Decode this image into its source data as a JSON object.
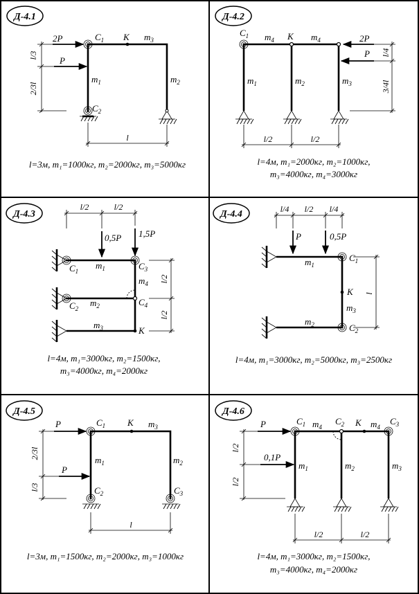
{
  "panels": {
    "d41": {
      "title": "Д-4.1",
      "force_2p": "2P",
      "force_p": "P",
      "c1": "C",
      "c1_sub": "1",
      "c2": "C",
      "c2_sub": "2",
      "k": "K",
      "m1": "m",
      "m1_sub": "1",
      "m2": "m",
      "m2_sub": "2",
      "m3": "m",
      "m3_sub": "3",
      "dim_top": "l/3",
      "dim_bottom": "2/3l",
      "dim_span": "l",
      "cond1": "l=3м, m₁=1000кг, m₂=2000кг, m₃=5000кг"
    },
    "d42": {
      "title": "Д-4.2",
      "force_2p": "2P",
      "force_p": "P",
      "c1": "C",
      "c1_sub": "1",
      "k": "K",
      "m1": "m",
      "m1_sub": "1",
      "m2": "m",
      "m2_sub": "2",
      "m3": "m",
      "m3_sub": "3",
      "m4a": "m",
      "m4a_sub": "4",
      "m4b": "m",
      "m4b_sub": "4",
      "dim_top": "l/4",
      "dim_bottom": "3/4l",
      "dim_span1": "l/2",
      "dim_span2": "l/2",
      "cond1": "l=4м, m₁=2000кг, m₂=1000кг,",
      "cond2": "m₃=4000кг, m₄=3000кг"
    },
    "d43": {
      "title": "Д-4.3",
      "force_a": "0,5P",
      "force_b": "1,5P",
      "c1": "C",
      "c1_sub": "1",
      "c2": "C",
      "c2_sub": "2",
      "c3": "C",
      "c3_sub": "3",
      "c4": "C",
      "c4_sub": "4",
      "k": "K",
      "m1": "m",
      "m1_sub": "1",
      "m2": "m",
      "m2_sub": "2",
      "m3": "m",
      "m3_sub": "3",
      "m4": "m",
      "m4_sub": "4",
      "dim_top1": "l/2",
      "dim_top2": "l/2",
      "dim_r1": "l/2",
      "dim_r2": "l/2",
      "cond1": "l=4м, m₁=3000кг, m₂=1500кг,",
      "cond2": "m₃=4000кг, m₄=2000кг"
    },
    "d44": {
      "title": "Д-4.4",
      "force_a": "P",
      "force_b": "0,5P",
      "c1": "C",
      "c1_sub": "1",
      "c2": "C",
      "c2_sub": "2",
      "k": "K",
      "m1": "m",
      "m1_sub": "1",
      "m2": "m",
      "m2_sub": "2",
      "m3": "m",
      "m3_sub": "3",
      "dim_top1": "l/4",
      "dim_top2": "l/2",
      "dim_top3": "l/4",
      "dim_r": "l",
      "cond1": "l=4м, m₁=3000кг, m₂=5000кг, m₃=2500кг"
    },
    "d45": {
      "title": "Д-4.5",
      "force_a": "P",
      "force_b": "P",
      "c1": "C",
      "c1_sub": "1",
      "c2": "C",
      "c2_sub": "2",
      "c3": "C",
      "c3_sub": "3",
      "k": "K",
      "m1": "m",
      "m1_sub": "1",
      "m2": "m",
      "m2_sub": "2",
      "m3": "m",
      "m3_sub": "3",
      "dim_top": "2/3l",
      "dim_bottom": "l/3",
      "dim_span": "l",
      "cond1": "l=3м, m₁=1500кг, m₂=2000кг, m₃=1000кг"
    },
    "d46": {
      "title": "Д-4.6",
      "force_a": "P",
      "force_b": "0,1P",
      "c1": "C",
      "c1_sub": "1",
      "c2": "C",
      "c2_sub": "2",
      "c3": "C",
      "c3_sub": "3",
      "k": "K",
      "m1": "m",
      "m1_sub": "1",
      "m2": "m",
      "m2_sub": "2",
      "m3": "m",
      "m3_sub": "3",
      "m4a": "m",
      "m4a_sub": "4",
      "m4b": "m",
      "m4b_sub": "4",
      "dim_top": "l/2",
      "dim_bottom": "l/2",
      "dim_span1": "l/2",
      "dim_span2": "l/2",
      "cond1": "l=4м, m₁=3000кг, m₂=1500кг,",
      "cond2": "m₃=4000кг, m₄=2000кг"
    }
  }
}
